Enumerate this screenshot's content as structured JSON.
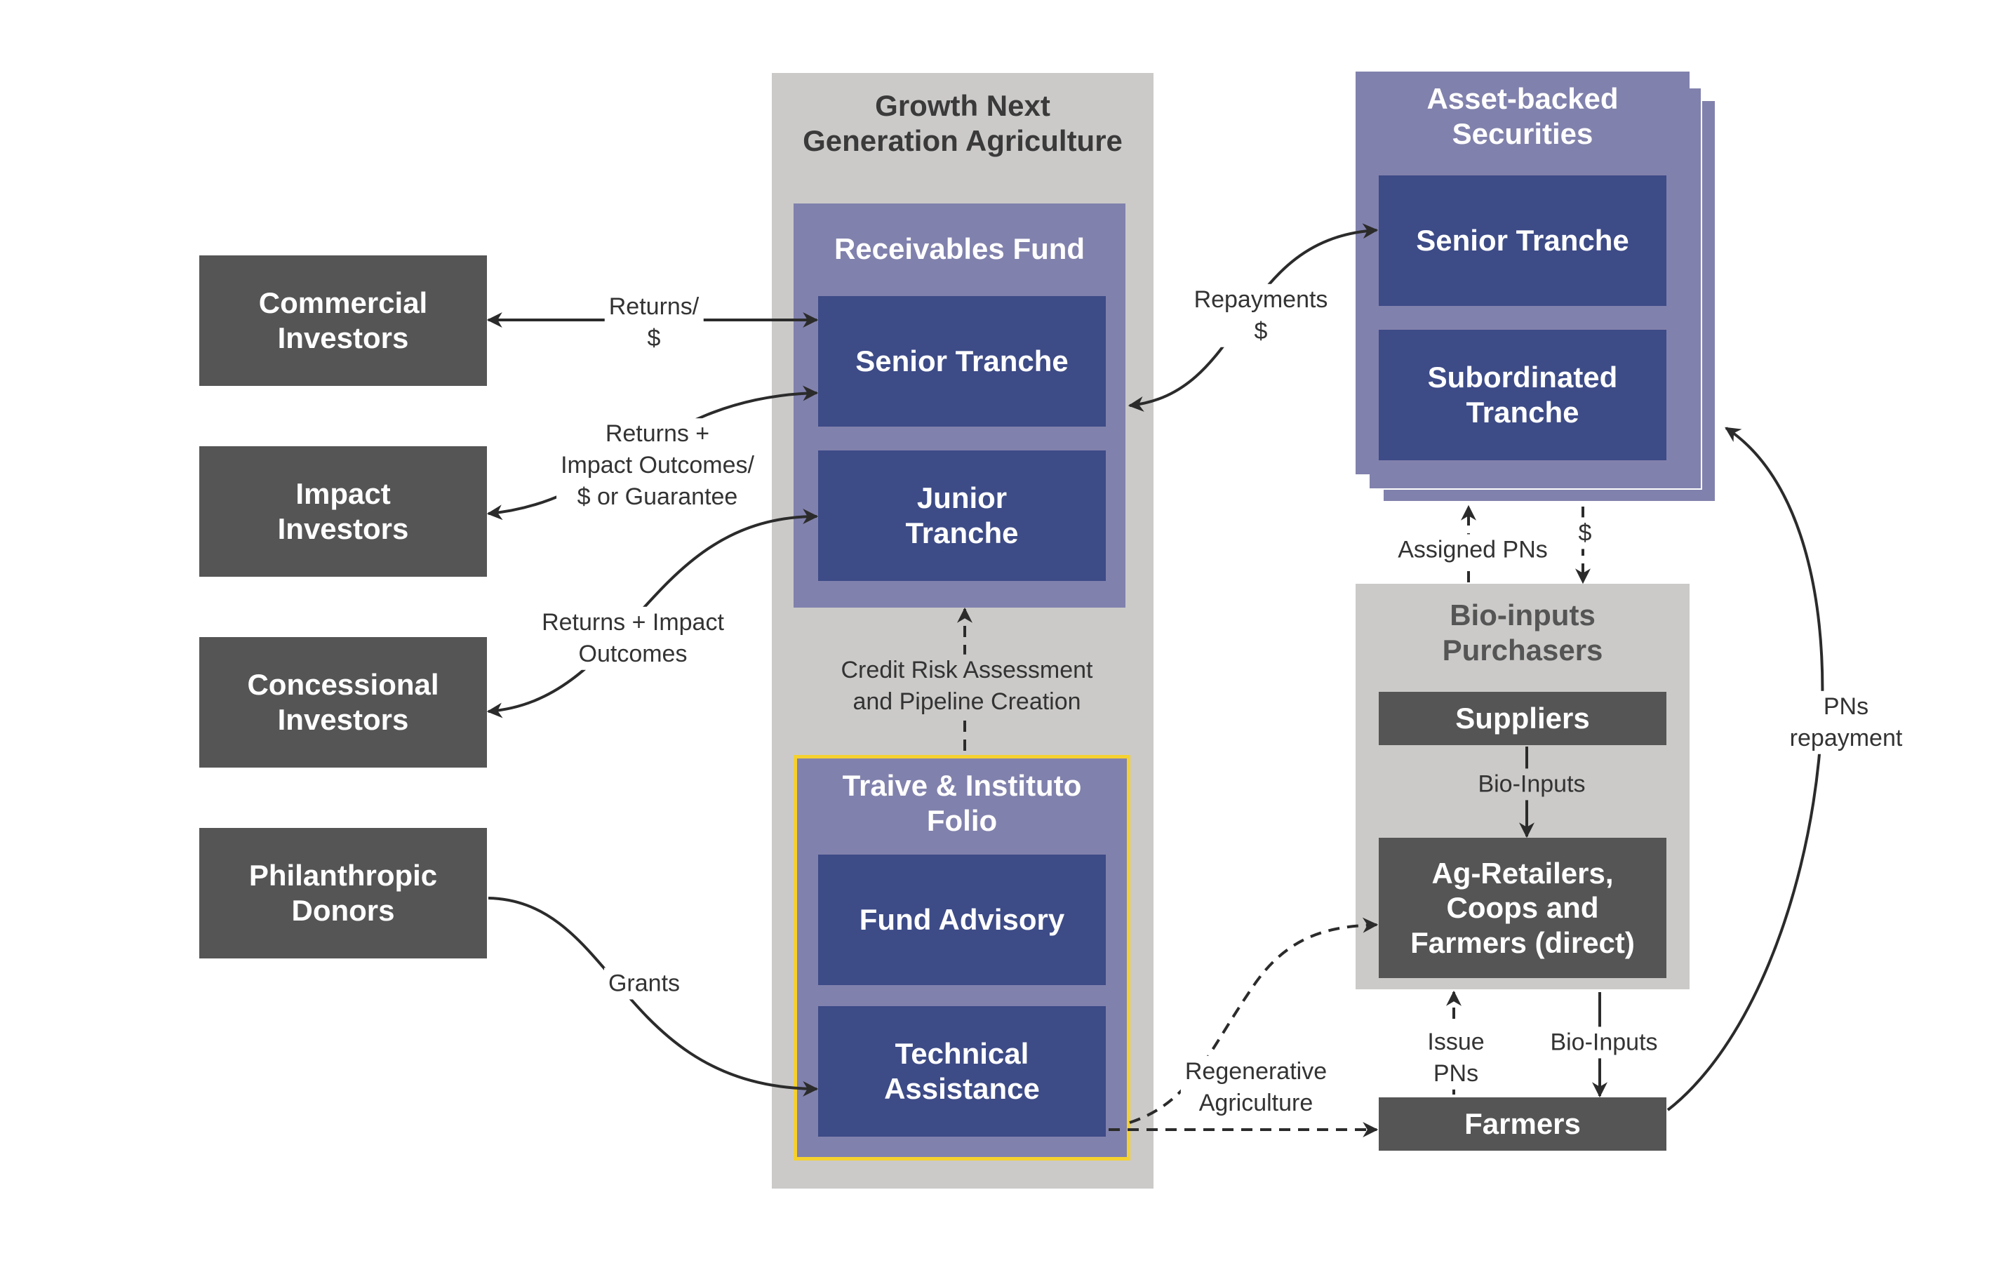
{
  "investors": {
    "commercial": "Commercial\nInvestors",
    "impact": "Impact\nInvestors",
    "concessional": "Concessional\nInvestors",
    "philanthropic": "Philanthropic\nDonors"
  },
  "growth_next": {
    "title": "Growth Next\nGeneration Agriculture",
    "receivables_fund": {
      "title": "Receivables Fund",
      "senior_tranche": "Senior Tranche",
      "junior_tranche": "Junior\nTranche"
    },
    "traive": {
      "title": "Traive & Instituto\nFolio",
      "fund_advisory": "Fund Advisory",
      "technical_assistance": "Technical\nAssistance"
    }
  },
  "abs": {
    "title": "Asset-backed\nSecurities",
    "senior_tranche": "Senior Tranche",
    "subordinated_tranche": "Subordinated\nTranche"
  },
  "bio_inputs": {
    "title": "Bio-inputs\nPurchasers",
    "suppliers": "Suppliers",
    "ag_retailers": "Ag-Retailers,\nCoops and\nFarmers (direct)"
  },
  "farmers": "Farmers",
  "flow_labels": {
    "returns_commercial": "Returns/\n$",
    "returns_impact": "Returns +\nImpact Outcomes/\n$ or Guarantee",
    "returns_concessional": "Returns + Impact\nOutcomes",
    "grants": "Grants",
    "credit_risk": "Credit Risk Assessment\nand Pipeline Creation",
    "repayments": "Repayments\n$",
    "assigned_pns": "Assigned PNs",
    "dollar": "$",
    "bio_inputs_suppliers": "Bio-Inputs",
    "bio_inputs_farmers": "Bio-Inputs",
    "issue_pns": "Issue\nPNs",
    "regenerative": "Regenerative\nAgriculture",
    "pns_repayment": "PNs\nrepayment"
  },
  "colors": {
    "dark_gray": "#545554",
    "light_gray": "#cbcac9",
    "lavender": "#8181ad",
    "navy": "#3d4b87",
    "highlight_yellow": "#f5d130",
    "arrow": "#2b2b2b"
  }
}
